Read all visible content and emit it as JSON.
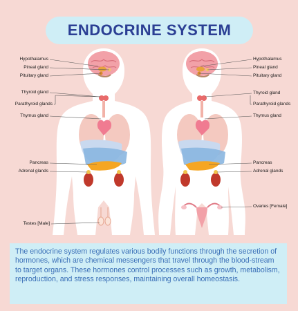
{
  "title": "ENDOCRINE SYSTEM",
  "labels_left": {
    "hypothalamus": "Hypothalamus",
    "pineal": "Pineal gland",
    "pituitary": "Pituitary gland",
    "thyroid": "Thyroid gland",
    "parathyroid": "Parathyroid glands",
    "thymus": "Thymus gland",
    "pancreas": "Pancreas",
    "adrenal": "Adrenal glands",
    "testes": "Testes [Male]"
  },
  "labels_right": {
    "hypothalamus": "Hypothalamus",
    "pineal": "Pineal gland",
    "pituitary": "Pituitary gland",
    "thyroid": "Thyroid gland",
    "parathyroid": "Parathyroid glands",
    "thymus": "Thymus gland",
    "pancreas": "Pancreas",
    "adrenal": "Adrenal glands",
    "ovaries": "Ovaries [Female]"
  },
  "description": "The endocrine system regulates various bodily functions through the secretion of hormones, which are chemical messengers that travel through the blood-stream to target organs. These hormones control processes such as growth, metabolism, reproduction, and stress responses, maintaining overall homeostasis.",
  "colors": {
    "background": "#f7d9d4",
    "title_pill": "#cfeef6",
    "title_text": "#2b3f94",
    "body": "#ffffff",
    "description_text": "#3a6fb7"
  }
}
